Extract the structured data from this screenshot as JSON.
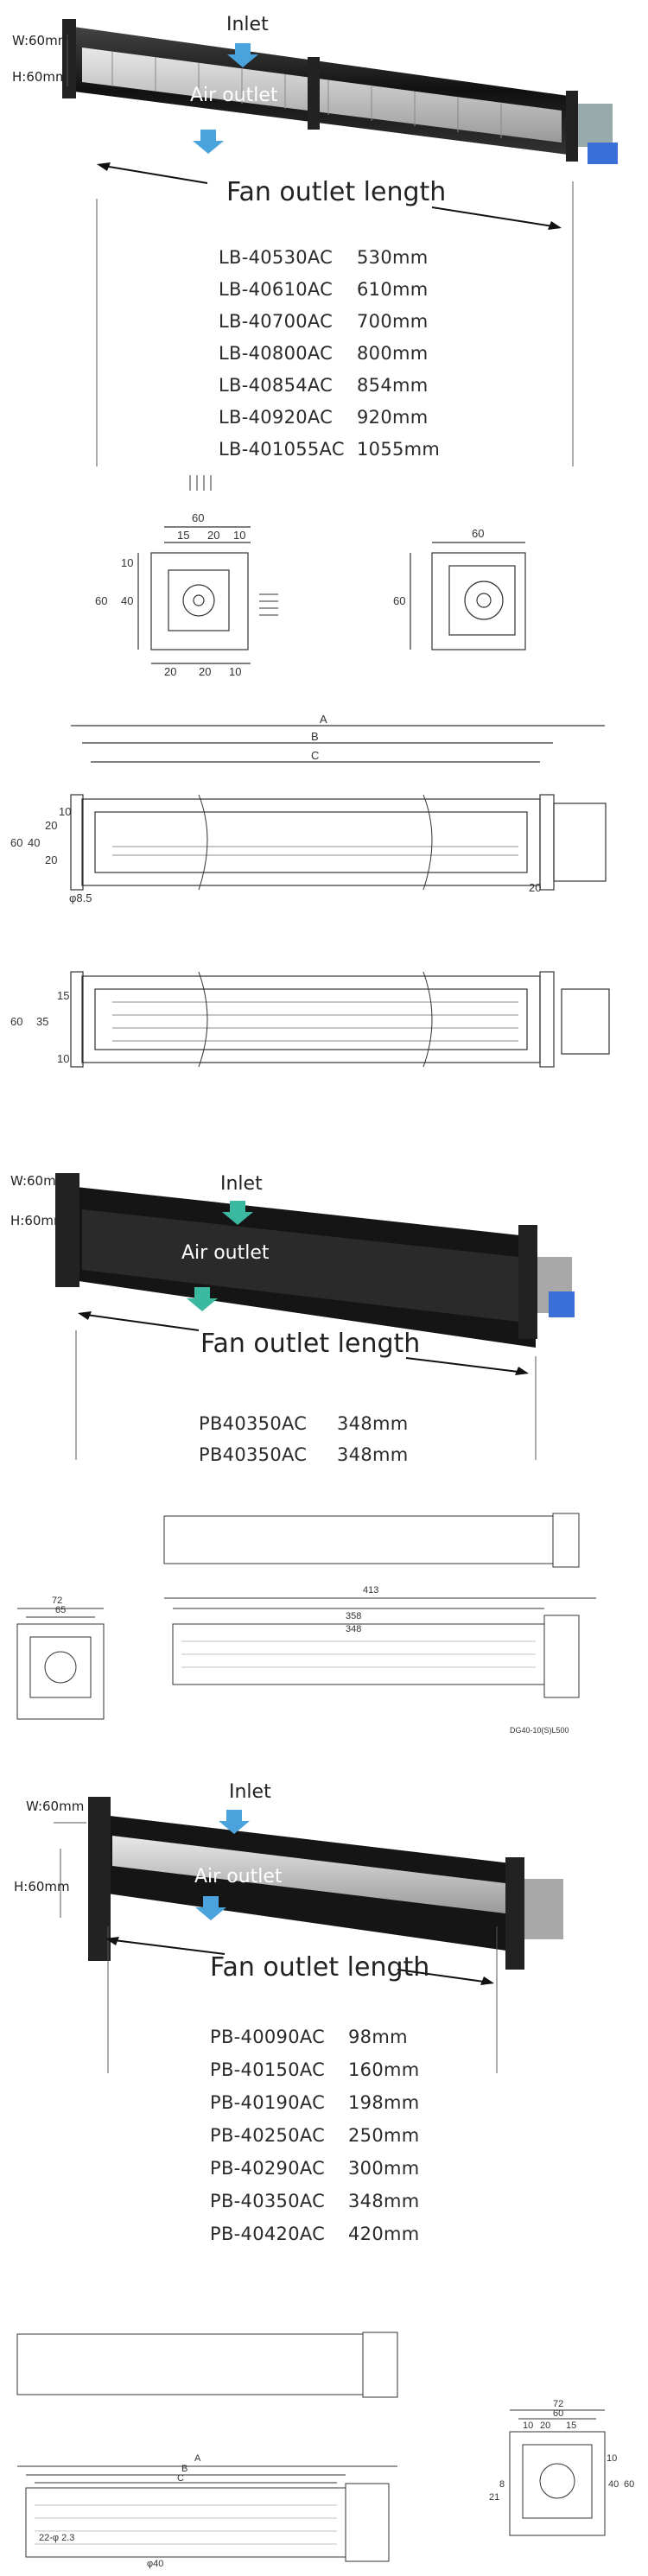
{
  "sections": [
    {
      "id": "s1",
      "labels": {
        "w": "W:60mm",
        "h": "H:60mm",
        "inlet": "Inlet",
        "outlet": "Air outlet",
        "length": "Fan outlet length"
      },
      "models": [
        {
          "model": "LB-40530AC",
          "size": "530mm"
        },
        {
          "model": "LB-40610AC",
          "size": "610mm"
        },
        {
          "model": "LB-40700AC",
          "size": "700mm"
        },
        {
          "model": "LB-40800AC",
          "size": "800mm"
        },
        {
          "model": "LB-40854AC",
          "size": "854mm"
        },
        {
          "model": "LB-40920AC",
          "size": "920mm"
        },
        {
          "model": "LB-401055AC",
          "size": "1055mm"
        }
      ]
    },
    {
      "id": "s2",
      "labels": {
        "w": "W:60mm",
        "h": "H:60mm",
        "inlet": "Inlet",
        "outlet": "Air outlet",
        "length": "Fan outlet length"
      },
      "models": [
        {
          "model": "PB40350AC",
          "size": "348mm"
        },
        {
          "model": "PB40350AC",
          "size": "348mm"
        }
      ]
    },
    {
      "id": "s3",
      "labels": {
        "w": "W:60mm",
        "h": "H:60mm",
        "inlet": "Inlet",
        "outlet": "Air outlet",
        "length": "Fan outlet length"
      },
      "models": [
        {
          "model": "PB-40090AC",
          "size": "98mm"
        },
        {
          "model": "PB-40150AC",
          "size": "160mm"
        },
        {
          "model": "PB-40190AC",
          "size": "198mm"
        },
        {
          "model": "PB-40250AC",
          "size": "250mm"
        },
        {
          "model": "PB-40290AC",
          "size": "300mm"
        },
        {
          "model": "PB-40350AC",
          "size": "348mm"
        },
        {
          "model": "PB-40420AC",
          "size": "420mm"
        }
      ]
    }
  ],
  "drawings": {
    "d1": {
      "top": "60",
      "w1": "15",
      "w2": "20",
      "w3": "10",
      "h1": "10",
      "h2": "40",
      "side": "60",
      "b1": "20",
      "b2": "20",
      "b3": "10",
      "right_top": "60",
      "right_side": "60"
    },
    "d2": {
      "A": "A",
      "B": "B",
      "C": "C",
      "h60": "60",
      "h40": "40",
      "h20a": "20",
      "h20b": "20",
      "h10": "10",
      "phi": "φ8.5",
      "r20": "20",
      "s60": "60",
      "s35": "35",
      "s15": "15",
      "s10": "10"
    },
    "d3": {
      "d72": "72",
      "d65": "65",
      "d413": "413",
      "d358": "358",
      "d348": "348",
      "note": "DG40-10(S)L500"
    },
    "d4": {
      "A": "A",
      "B": "B",
      "C": "C",
      "d72": "72",
      "d60": "60",
      "d10": "10",
      "d20a": "20",
      "d15": "15",
      "d21": "21",
      "d8": "8",
      "d10b": "10",
      "d40": "40",
      "d60b": "60",
      "d40b": "φ40",
      "d22": "22-φ 2.3"
    }
  }
}
